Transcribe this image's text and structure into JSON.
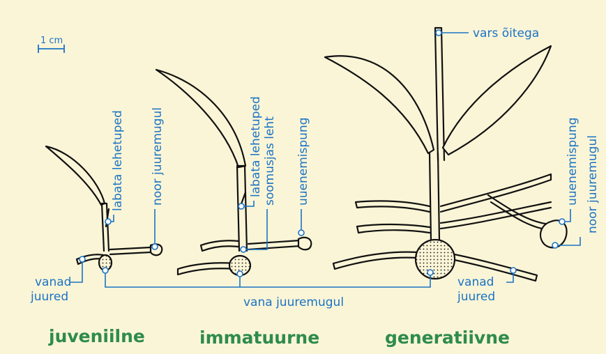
{
  "scale": {
    "label": "1 cm"
  },
  "stages": {
    "juvenile": "juveniilne",
    "immature": "immatuurne",
    "generative": "generatiivne"
  },
  "labels": {
    "labata_lehetuped_1": "labata lehetuped",
    "noor_juuremugul_1": "noor juuremugul",
    "labata_lehetuped_2": "labata lehetuped",
    "soomusjas_leht": "soomusjas leht",
    "uuenemispung_1": "uuenemispung",
    "vars_oitega": "vars õitega",
    "uuenemispung_2": "uuenemispung",
    "noor_juuremugul_2": "noor juuremugul",
    "vanad_left_1": "vanad",
    "vanad_left_2": "juured",
    "vanad_right_1": "vanad",
    "vanad_right_2": "juured",
    "vana_juuremugul": "vana juuremugul"
  },
  "colors": {
    "background": "#fbf5d7",
    "label": "#1a73c4",
    "stage_name": "#2e8b4e",
    "drawing": "#111111"
  }
}
